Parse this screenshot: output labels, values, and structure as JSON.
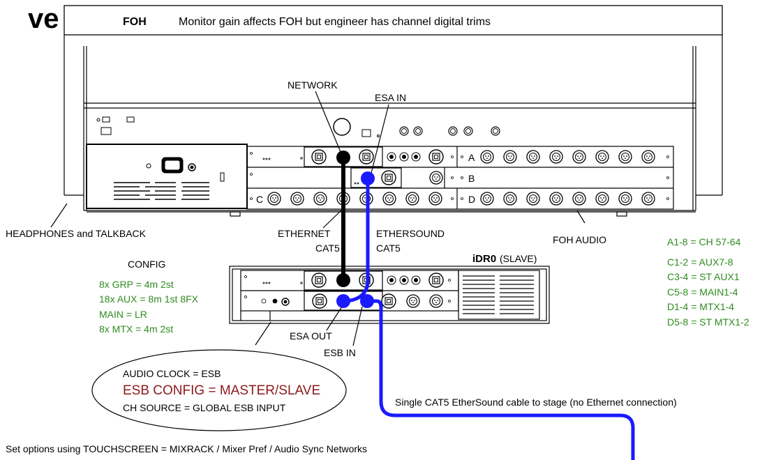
{
  "clipped_title": "ve",
  "header": {
    "label": "FOH",
    "description": "Monitor gain affects FOH but engineer has channel digital trims"
  },
  "labels": {
    "network": "NETWORK",
    "esa_in": "ESA IN",
    "headphones": "HEADPHONES and TALKBACK",
    "ethernet": "ETHERNET",
    "ethernet_cat5": "CAT5",
    "ethersound": "ETHERSOUND",
    "ethersound_cat5": "CAT5",
    "foh_audio": "FOH AUDIO",
    "config_title": "CONFIG",
    "idr_name": "iDR0",
    "idr_role": "(SLAVE)",
    "esa_out": "ESA OUT",
    "esb_in": "ESB IN",
    "single_cable": "Single CAT5 EtherSound cable to stage (no Ethernet connection)",
    "footer": "Set options using  TOUCHSCREEN =  MIXRACK / Mixer Pref / Audio Sync Networks"
  },
  "slots": {
    "a": "A",
    "b": "B",
    "c": "C",
    "d": "D"
  },
  "config_items": [
    "8x GRP = 4m 2st",
    "18x AUX = 8m 1st 8FX",
    "MAIN = LR",
    "8x MTX = 4m 2st"
  ],
  "foh_map_top": "A1-8 = CH 57-64",
  "foh_map": [
    "C1-2 = AUX7-8",
    "C3-4 = ST AUX1",
    "C5-8 = MAIN1-4",
    "D1-4 = MTX1-4",
    "D5-8 = ST MTX1-2"
  ],
  "settings": {
    "audio_clock": "AUDIO CLOCK = ESB",
    "esb_config": "ESB CONFIG = MASTER/SLAVE",
    "ch_source": "CH SOURCE = GLOBAL ESB INPUT"
  },
  "colors": {
    "green_text": "#2e8b1e",
    "dark_red_text": "#8b1a1a",
    "ethersound_cable": "#1a1aff",
    "ethernet_cable": "#000000"
  }
}
